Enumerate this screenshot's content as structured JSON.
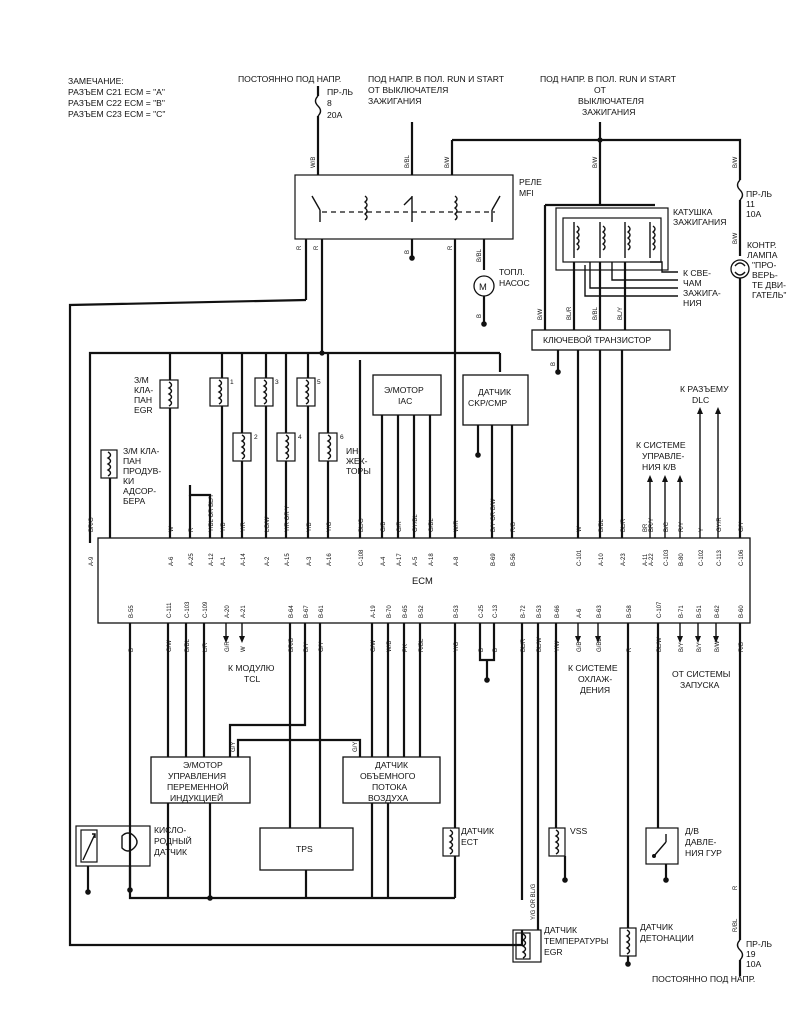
{
  "note": {
    "title": "ЗАМЕЧАНИЕ:",
    "lines": [
      "РАЗЪЕМ C21 ECM = \"A\"",
      "РАЗЪЕМ C22 ECM = \"B\"",
      "РАЗЪЕМ C23 ECM = \"C\""
    ]
  },
  "top": {
    "const_power": "ПОСТОЯННО ПОД НАПР.",
    "fuse8": [
      "ПР-ЛЬ",
      "8",
      "20А"
    ],
    "run_start1": [
      "ПОД НАПР. В ПОЛ. RUN И START",
      "ОТ ВЫКЛЮЧАТЕЛЯ",
      "ЗАЖИГАНИЯ"
    ],
    "run_start2": [
      "ПОД НАПР. В ПОЛ. RUN И START",
      "ОТ",
      "ВЫКЛЮЧАТЕЛЯ",
      "ЗАЖИГАНИЯ"
    ]
  },
  "relay": [
    "РЕЛЕ",
    "MFI"
  ],
  "fuel_pump": [
    "ТОПЛ.",
    "НАСОС"
  ],
  "fuse11": [
    "ПР-ЛЬ",
    "11",
    "10А"
  ],
  "coil": [
    "КАТУШКА",
    "ЗАЖИГАНИЯ"
  ],
  "spark_plugs": [
    "К СВЕ-",
    "ЧАМ",
    "ЗАЖИГА-",
    "НИЯ"
  ],
  "check_lamp": [
    "КОНТР.",
    "ЛАМПА",
    "\"ПРО-",
    "ВЕРЬ-",
    "ТЕ ДВИ-",
    "ГАТЕЛЬ\""
  ],
  "key_transistor": "КЛЮЧЕВОЙ ТРАНЗИСТОР",
  "egr_valve": [
    "З/М",
    "КЛА-",
    "ПАН",
    "EGR"
  ],
  "purge_valve": [
    "З/М КЛА-",
    "ПАН",
    "ПРОДУВ-",
    "КИ",
    "АДСОР-",
    "БЕРА"
  ],
  "injectors": {
    "label": [
      "ИН-",
      "ЖЕК-",
      "ТОРЫ"
    ],
    "numbers": [
      "1",
      "2",
      "3",
      "4",
      "5",
      "6"
    ]
  },
  "iac": [
    "Э/МОТОР",
    "IAC"
  ],
  "ckp": [
    "ДАТЧИК",
    "CKP/CMP"
  ],
  "dlc": [
    "К РАЗЪЕМУ",
    "DLC"
  ],
  "ac_system": [
    "К СИСТЕМЕ",
    "УПРАВЛЕ-",
    "НИЯ К/В"
  ],
  "ecm": "ECM",
  "top_pins": [
    {
      "wire": "BR/G",
      "pin": "A-9"
    },
    {
      "wire": "W",
      "pin": "A-6"
    },
    {
      "wire": "R",
      "pin": "A-25"
    },
    {
      "wire": "Y/BL OR BL/Y",
      "pin": "A-12"
    },
    {
      "wire": "Y/B",
      "pin": "A-1"
    },
    {
      "wire": "Y/R",
      "pin": "A-14"
    },
    {
      "wire": "LG/W",
      "pin": "A-2"
    },
    {
      "wire": "Y/R OR Y",
      "pin": "A-15"
    },
    {
      "wire": "Y/B",
      "pin": "A-3"
    },
    {
      "wire": "Y/G",
      "pin": "A-16"
    },
    {
      "wire": "BL/G",
      "pin": "C-108"
    },
    {
      "wire": "G/B",
      "pin": "A-4"
    },
    {
      "wire": "G/R",
      "pin": "A-17"
    },
    {
      "wire": "GY/BL",
      "pin": "A-5"
    },
    {
      "wire": "G/BL",
      "pin": "A-18"
    },
    {
      "wire": "W/R",
      "pin": "A-8"
    },
    {
      "wire": "B/Y OR B/W",
      "pin": "B-69"
    },
    {
      "wire": "R/B",
      "pin": "B-56"
    },
    {
      "wire": "W",
      "pin": "C-101"
    },
    {
      "wire": "B/BL",
      "pin": "A-10"
    },
    {
      "wire": "BL/R",
      "pin": "A-23"
    },
    {
      "wire": "BR",
      "pin": "A-11"
    },
    {
      "wire": "BR/Y",
      "pin": "A-22"
    },
    {
      "wire": "B/C",
      "pin": "C-103"
    },
    {
      "wire": "R/Y",
      "pin": "B-80"
    },
    {
      "wire": "Y",
      "pin": "C-102"
    },
    {
      "wire": "GY/R",
      "pin": "C-113"
    },
    {
      "wire": "G/Y",
      "pin": "C-106"
    }
  ],
  "bottom_pins": [
    {
      "wire": "B",
      "pin": "B-55"
    },
    {
      "wire": "G/W",
      "pin": "C-111"
    },
    {
      "wire": "B/BL",
      "pin": "C-103"
    },
    {
      "wire": "L/R",
      "pin": "C-109"
    },
    {
      "wire": "G/R",
      "pin": "A-20"
    },
    {
      "wire": "W",
      "pin": "A-21"
    },
    {
      "wire": "BR/B",
      "pin": "B-64"
    },
    {
      "wire": "B/Y",
      "pin": "B-67"
    },
    {
      "wire": "G/Y",
      "pin": "B-61"
    },
    {
      "wire": "G/W",
      "pin": "A-19"
    },
    {
      "wire": "W/B",
      "pin": "B-70"
    },
    {
      "wire": "PK",
      "pin": "B-65"
    },
    {
      "wire": "R/BL",
      "pin": "B-52"
    },
    {
      "wire": "Y/G",
      "pin": "B-53"
    },
    {
      "wire": "B",
      "pin": "C-25"
    },
    {
      "wire": "B",
      "pin": "C-13"
    },
    {
      "wire": "BL/R",
      "pin": "B-72"
    },
    {
      "wire": "BL/W",
      "pin": "B-53"
    },
    {
      "wire": "Y/W",
      "pin": "B-66"
    },
    {
      "wire": "G/B",
      "pin": "A-6"
    },
    {
      "wire": "G/BL",
      "pin": "B-63"
    },
    {
      "wire": "R",
      "pin": "B-58"
    },
    {
      "wire": "BL/W",
      "pin": "C-107"
    },
    {
      "wire": "B/Y",
      "pin": "B-71"
    },
    {
      "wire": "B/Y",
      "pin": "B-51"
    },
    {
      "wire": "B/W",
      "pin": "B-62"
    },
    {
      "wire": "R/B",
      "pin": "B-60"
    }
  ],
  "tcl": [
    "К МОДУЛЮ",
    "TCL"
  ],
  "cooling": [
    "К СИСТЕМЕ",
    "ОХЛАЖ-",
    "ДЕНИЯ"
  ],
  "starting": [
    "ОТ СИСТЕМЫ",
    "ЗАПУСКА"
  ],
  "intake_motor": [
    "Э/МОТОР",
    "УПРАВЛЕНИЯ",
    "ПЕРЕМЕННОЙ",
    "ИНДУКЦИЕЙ"
  ],
  "maf": [
    "ДАТЧИК",
    "ОБЪЕМНОГО",
    "ПОТОКА",
    "ВОЗДУХА"
  ],
  "o2": [
    "КИСЛО-",
    "РОДНЫЙ",
    "ДАТЧИК"
  ],
  "tps": "TPS",
  "ect": [
    "ДАТЧИК",
    "ECT"
  ],
  "vss": "VSS",
  "psp": [
    "Д/В",
    "ДАВЛЕ-",
    "НИЯ ГУР"
  ],
  "egr_temp": [
    "ДАТЧИК",
    "ТЕМПЕРАТУРЫ",
    "EGR"
  ],
  "knock": [
    "ДАТЧИК",
    "ДЕТОНАЦИИ"
  ],
  "fuse19": [
    "ПР-ЛЬ",
    "19",
    "10А"
  ],
  "bottom_const": "ПОСТОЯННО ПОД НАПР.",
  "wires": {
    "wb": "W/B",
    "bbl": "B/BL",
    "bw": "B/W",
    "r": "R",
    "b": "B",
    "gy": "G/Y",
    "rbl": "R/BL",
    "ygbl": "Y/G OR BL/G",
    "y": "Y"
  }
}
